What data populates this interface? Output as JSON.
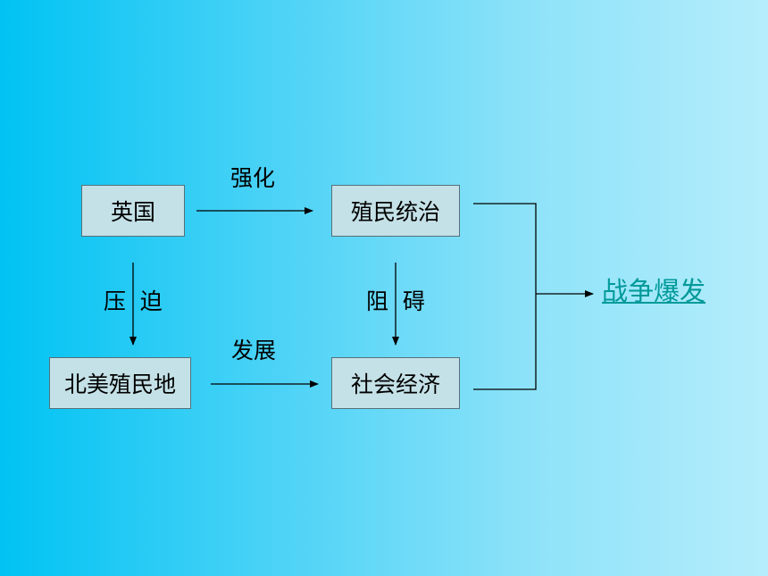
{
  "nodes": {
    "britain": "英国",
    "colonial_rule": "殖民统治",
    "north_american_colonies": "北美殖民地",
    "social_economy": "社会经济"
  },
  "edges": {
    "strengthen": "强化",
    "oppress": "压  迫",
    "develop": "发展",
    "hinder": "阻  碍"
  },
  "outcome": {
    "label": "战争爆发",
    "color": "#009999"
  }
}
